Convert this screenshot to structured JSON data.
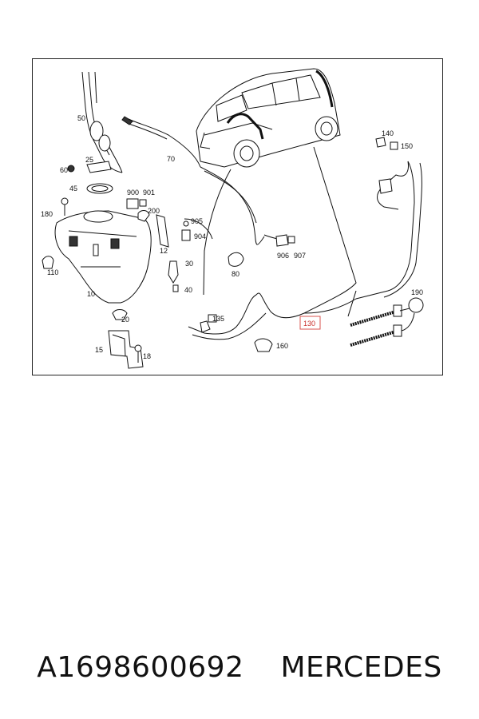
{
  "footer": {
    "part_number": "A1698600692",
    "brand": "MERCEDES"
  },
  "diagram": {
    "highlighted_label": "130",
    "labels": {
      "l50": "50",
      "l25": "25",
      "l60": "60",
      "l45": "45",
      "l70": "70",
      "l180": "180",
      "l900": "900",
      "l901": "901",
      "l200": "200",
      "l905": "905",
      "l904": "904",
      "l12": "12",
      "l30": "30",
      "l40": "40",
      "l80": "80",
      "l906": "906",
      "l907": "907",
      "l110": "110",
      "l10": "10",
      "l20": "20",
      "l15": "15",
      "l18": "18",
      "l135": "135",
      "l160": "160",
      "l140": "140",
      "l150": "150",
      "l190": "190"
    },
    "colors": {
      "highlight": "#d9534f",
      "line": "#111111"
    }
  }
}
